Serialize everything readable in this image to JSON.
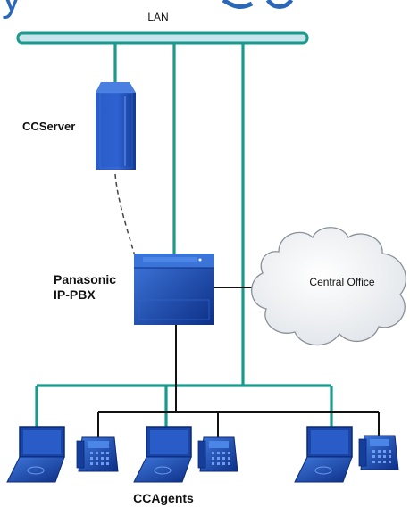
{
  "header_title_fragment": "y",
  "labels": {
    "lan": "LAN",
    "ccserver": "CCServer",
    "pbx_line1": "Panasonic",
    "pbx_line2": "IP-PBX",
    "central_office": "Central Office",
    "ccagents": "CCAgents"
  },
  "nodes": [
    {
      "id": "lan-bus",
      "type": "network-bus",
      "label": "LAN"
    },
    {
      "id": "ccserver",
      "type": "server",
      "label": "CCServer"
    },
    {
      "id": "ip-pbx",
      "type": "pbx",
      "label": "Panasonic IP-PBX"
    },
    {
      "id": "central-office",
      "type": "cloud",
      "label": "Central Office"
    },
    {
      "id": "agent-1-laptop",
      "type": "laptop"
    },
    {
      "id": "agent-1-phone",
      "type": "phone"
    },
    {
      "id": "agent-2-laptop",
      "type": "laptop"
    },
    {
      "id": "agent-2-phone",
      "type": "phone"
    },
    {
      "id": "agent-3-laptop",
      "type": "laptop"
    },
    {
      "id": "agent-3-phone",
      "type": "phone"
    }
  ],
  "edges": [
    {
      "from": "lan-bus",
      "to": "ccserver",
      "kind": "lan"
    },
    {
      "from": "lan-bus",
      "to": "ip-pbx",
      "kind": "lan"
    },
    {
      "from": "lan-bus",
      "to": "agent-laptops",
      "kind": "lan"
    },
    {
      "from": "ccserver",
      "to": "ip-pbx",
      "kind": "dashed"
    },
    {
      "from": "ip-pbx",
      "to": "central-office",
      "kind": "line"
    },
    {
      "from": "ip-pbx",
      "to": "agent-phones",
      "kind": "line"
    }
  ],
  "colors": {
    "lan": "#1a9a8c",
    "lan_bar_fill": "#c8e4ec",
    "device_blue": "#1f4fb4",
    "device_dark": "#0c2f84",
    "black_line": "#111111",
    "cloud_fill": "#f2f4f6",
    "header_blue": "#2a67b8"
  }
}
